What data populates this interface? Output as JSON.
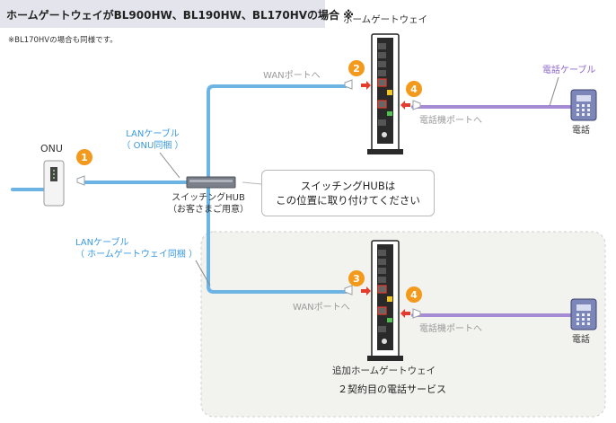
{
  "header": {
    "title": "ホームゲートウェイがBL900HW、BL190HW、BL170HVの場合 ※",
    "note": "※BL170HVの場合も同様です。"
  },
  "devices": {
    "onu": "ONU",
    "gateway_top": "ホームゲートウェイ",
    "gateway_bottom": "追加ホームゲートウェイ",
    "switching_hub": [
      "スイッチングHUB",
      "（お客さまご用意）"
    ],
    "phone_top": "電話",
    "phone_bottom": "電話"
  },
  "cables": {
    "lan_onu": [
      "LANケーブル",
      "（ ONU同梱 ）"
    ],
    "lan_gateway": [
      "LANケーブル",
      "（ ホームゲートウェイ同梱 ）"
    ],
    "phone_cable": "電話ケーブル"
  },
  "ports": {
    "wan_top": "WANポートへ",
    "wan_bottom": "WANポートへ",
    "phone_top": "電話機ポートへ",
    "phone_bottom": "電話機ポートへ"
  },
  "callout": [
    "スイッチングHUBは",
    "この位置に取り付けてください"
  ],
  "region_title": "２契約目の電話サービス",
  "badges": [
    "1",
    "2",
    "3",
    "4",
    "4"
  ],
  "colors": {
    "lan_cable": "#6cb4e4",
    "phone_cable": "#a58ad4",
    "badge": "#f39a1c",
    "arrow": "#e53b2c",
    "region_bg": "#f2f3ef"
  }
}
